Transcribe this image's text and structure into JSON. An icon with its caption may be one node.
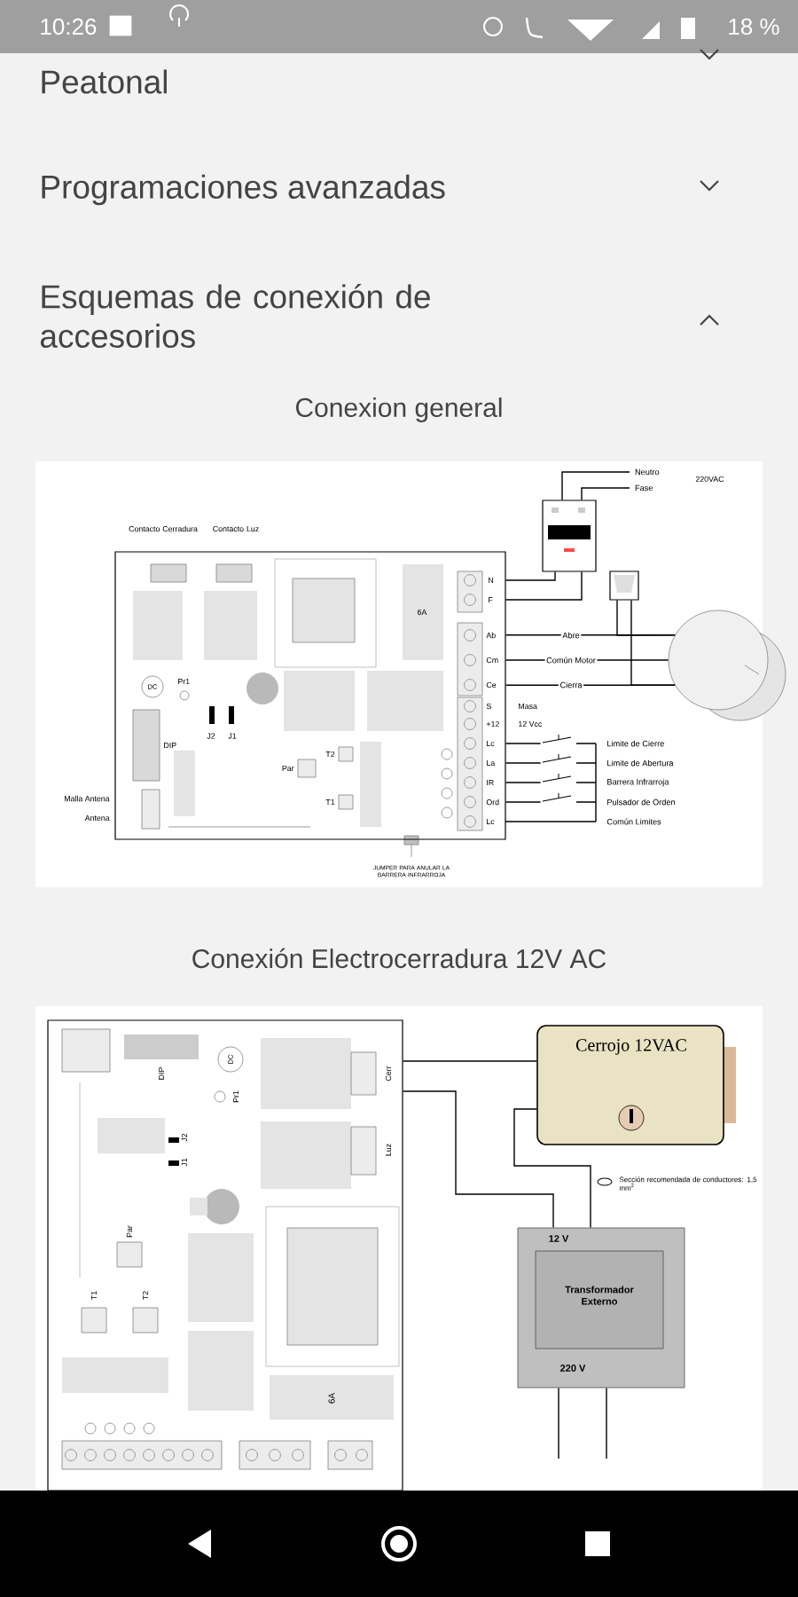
{
  "diagram": {
    "nodes": [
      {
        "text": [],
        "shape": "box"
      },
      {
        "text": [],
        "shape": "box"
      },
      {
        "text": [],
        "shape": "box"
      },
      {
        "text": [],
        "shape": "cylinder"
      },
      {
        "text": [],
        "shape": "picture"
      },
      {
        "text": [],
        "shape": "picture"
      },
      {
        "text": [],
        "shape": "picture"
      },
      {
        "text": [],
        "shape": "picture"
      },
      {
        "text": [],
        "shape": "box"
      },
      {
        "text": [
          "Cerrojo 12VAC"
        ]
      },
      {
        "text": [
          "12 V",
          "Transformador Externo",
          "220 V"
        ]
      }
    ],
    "edges": [
      {
        "from": null,
        "to": 1,
        "arrow": "none",
        "label": "Neutro"
      },
      {
        "from": null,
        "to": 1,
        "arrow": "none",
        "label": "Fase"
      },
      {
        "from": 1,
        "to": 0,
        "arrow": "none"
      },
      {
        "from": 1,
        "to": 0,
        "arrow": "none"
      },
      {
        "from": 0,
        "to": 3,
        "arrow": "none",
        "label": "Abre"
      },
      {
        "from": 0,
        "to": 3,
        "arrow": "none",
        "label": "Común Motor"
      },
      {
        "from": 0,
        "to": 3,
        "arrow": "none",
        "label": "Cierra"
      },
      {
        "from": 2,
        "to": 3,
        "arrow": "none"
      },
      {
        "from": 2,
        "to": 3,
        "arrow": "none"
      },
      {
        "from": 0,
        "to": 4,
        "arrow": "none"
      },
      {
        "from": 0,
        "to": 5,
        "arrow": "none"
      },
      {
        "from": 0,
        "to": 6,
        "arrow": "none"
      },
      {
        "from": 0,
        "to": 7,
        "arrow": "none"
      },
      {
        "from": 8,
        "to": 9,
        "arrow": "none"
      },
      {
        "from": 8,
        "to": 10,
        "arrow": "none"
      },
      {
        "from": 9,
        "to": 10,
        "arrow": "none"
      },
      {
        "from": 10,
        "to": null,
        "arrow": "none"
      },
      {
        "from": 10,
        "to": null,
        "arrow": "none"
      }
    ],
    "labels": [
      "10:26",
      "18 %",
      "Peatonal",
      "Programaciones avanzadas",
      "Esquemas de conexión de accesorios",
      "Conexion general",
      "Contacto Cerradura",
      "Contacto Luz",
      "N",
      "F",
      "6A",
      "Ab",
      "Cm",
      "Ce",
      "S",
      "+12",
      "Lc",
      "La",
      "IR",
      "Ord",
      "Lc",
      "Masa",
      "12 Vcc",
      "DC",
      "Pr1",
      "DIP",
      "J2",
      "J1",
      "Par",
      "T2",
      "T1",
      "Malla Antena",
      "Antena",
      "JUMPER PARA ANULAR LA BARRERA INFRARROJA",
      "220VAC",
      "Común Limites",
      "Conexión Electrocerradura 12V AC",
      "Cerr",
      "Luz",
      "DIP",
      "DC",
      "Pr1",
      "J2",
      "J1",
      "Par",
      "T1",
      "T2",
      "6A",
      "Sección recomendada de conductores: 1,5 mm$^{2}$",
      "Limite de Cierre",
      "Limite de Abertura",
      "Barrera Infrarroja",
      "Pulsador de Orden"
    ]
  }
}
